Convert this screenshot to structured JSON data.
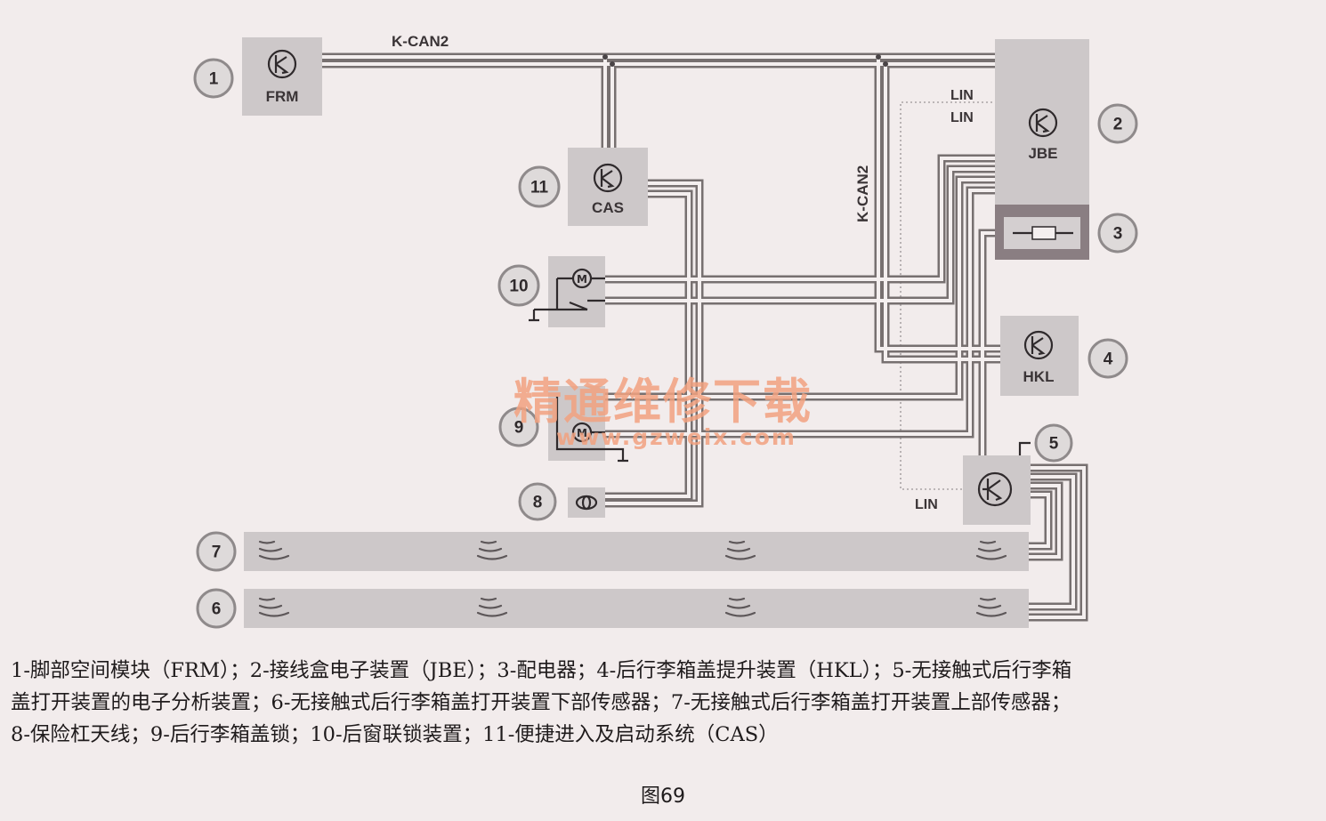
{
  "bus_labels": {
    "kcan_top": "K-CAN2",
    "kcan_vertical": "K-CAN2",
    "lin_1": "LIN",
    "lin_2": "LIN",
    "lin_3": "LIN"
  },
  "modules": {
    "frm": "FRM",
    "jbe": "JBE",
    "cas": "CAS",
    "hkl": "HKL"
  },
  "callouts": [
    "1",
    "2",
    "3",
    "4",
    "5",
    "6",
    "7",
    "8",
    "9",
    "10",
    "11"
  ],
  "watermark": {
    "title": "精通维修下载",
    "url": "www.gzweix.com"
  },
  "caption": {
    "line1": "1-脚部空间模块（FRM）；2-接线盒电子装置（JBE）；3-配电器；4-后行李箱盖提升装置（HKL）；5-无接触式后行李箱",
    "line2": "盖打开装置的电子分析装置；6-无接触式后行李箱盖打开装置下部传感器；7-无接触式后行李箱盖打开装置上部传感器；",
    "line3": "8-保险杠天线；9-后行李箱盖锁；10-后窗联锁装置；11-便捷进入及启动系统（CAS）"
  },
  "figure_title": "图69"
}
